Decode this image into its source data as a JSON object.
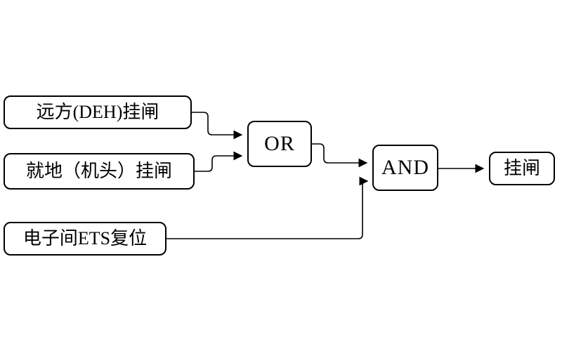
{
  "diagram": {
    "title": "trip-latch-logic-diagram",
    "background_color": "#ffffff",
    "line_color": "#000000",
    "nodes": [
      {
        "id": "input-remote-deh",
        "type": "input",
        "label": "远方(DEH)挂闸"
      },
      {
        "id": "input-local-head",
        "type": "input",
        "label": "就地（机头）挂闸"
      },
      {
        "id": "input-ets-reset",
        "type": "input",
        "label": "电子间ETS复位"
      },
      {
        "id": "gate-or",
        "type": "gate",
        "label": "OR"
      },
      {
        "id": "gate-and",
        "type": "gate",
        "label": "AND"
      },
      {
        "id": "output-latch",
        "type": "output",
        "label": "挂闸"
      }
    ],
    "edges": [
      {
        "from": "input-remote-deh",
        "to": "gate-or"
      },
      {
        "from": "input-local-head",
        "to": "gate-or"
      },
      {
        "from": "gate-or",
        "to": "gate-and"
      },
      {
        "from": "input-ets-reset",
        "to": "gate-and"
      },
      {
        "from": "gate-and",
        "to": "output-latch"
      }
    ]
  }
}
